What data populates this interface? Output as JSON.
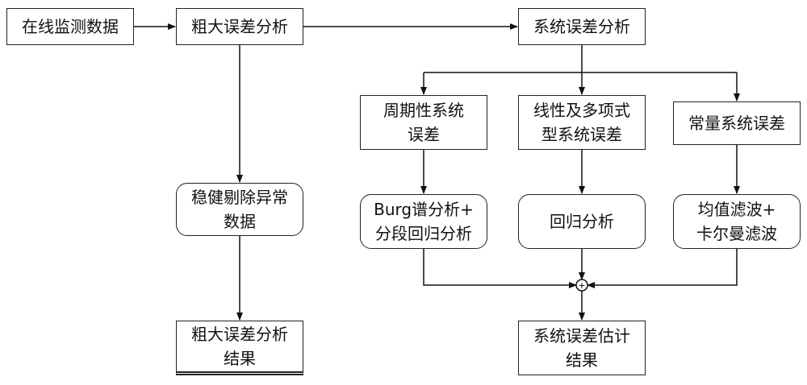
{
  "nodes": {
    "online_data": "在线监测数据",
    "gross_error_analysis": "粗大误差分析",
    "system_error_analysis": "系统误差分析",
    "robust_remove": "稳健剔除异常\n数据",
    "gross_error_result": "粗大误差分析\n结果",
    "periodic_error": "周期性系统\n误差",
    "linear_poly_error": "线性及多项式\n型系统误差",
    "constant_error": "常量系统误差",
    "burg_analysis": "Burg谱分析+\n分段回归分析",
    "regression_analysis": "回归分析",
    "mean_kalman": "均值滤波+\n卡尔曼滤波",
    "system_error_estimate": "系统误差估计\n结果"
  },
  "sum_symbol": "+"
}
